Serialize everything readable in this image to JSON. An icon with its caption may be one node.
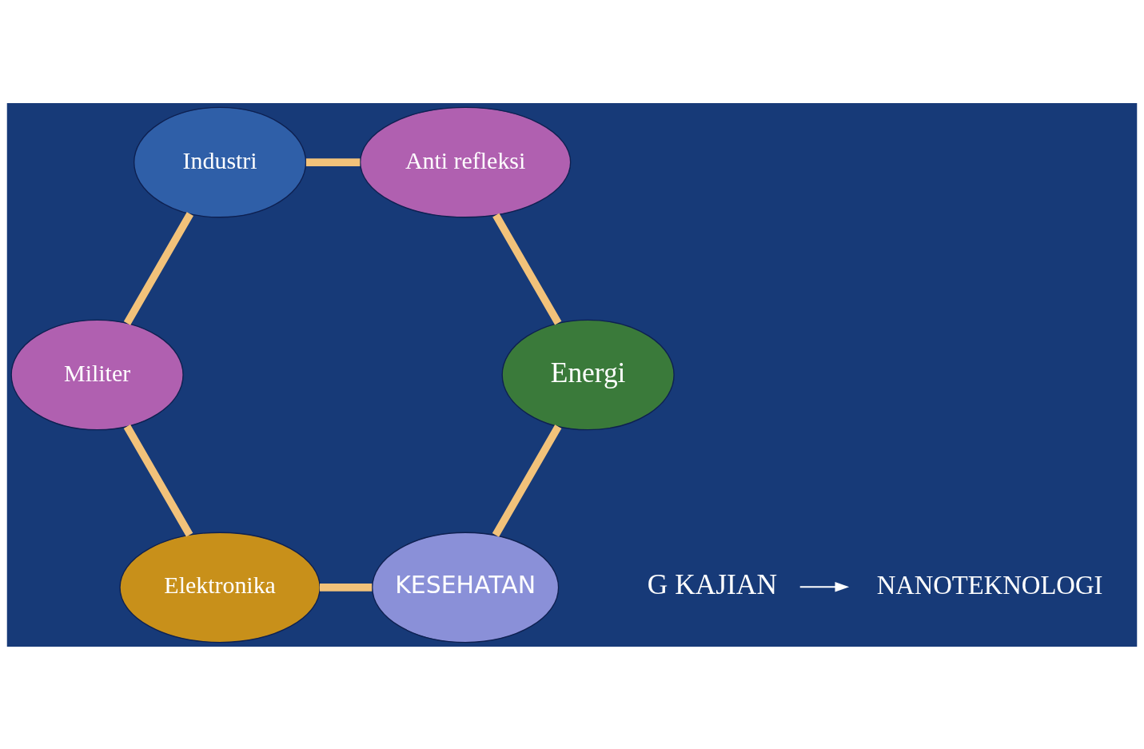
{
  "diagram": {
    "nodes": [
      {
        "text": [
          "G KAJIAN"
        ]
      },
      {
        "text": [
          "KESEHATAN"
        ]
      },
      {
        "text": [
          "Elektronika"
        ]
      },
      {
        "text": [
          "Energi"
        ]
      },
      {
        "text": [
          "NANOTEKNOLOGI"
        ]
      },
      {
        "text": [
          "Militer"
        ]
      },
      {
        "text": [
          "Anti refleksi"
        ]
      },
      {
        "text": [
          "Industri"
        ]
      }
    ],
    "edges": [
      {
        "from": 0,
        "to": 4,
        "arrow": "to",
        "color": "#ffffff"
      },
      {
        "from": 1,
        "to": 2,
        "arrow": "none"
      },
      {
        "from": 2,
        "to": 5,
        "arrow": "none"
      },
      {
        "from": 5,
        "to": 7,
        "arrow": "none"
      },
      {
        "from": 7,
        "to": 6,
        "arrow": "none"
      },
      {
        "from": 6,
        "to": 3,
        "arrow": "none"
      },
      {
        "from": 3,
        "to": 1,
        "arrow": "none"
      }
    ]
  }
}
